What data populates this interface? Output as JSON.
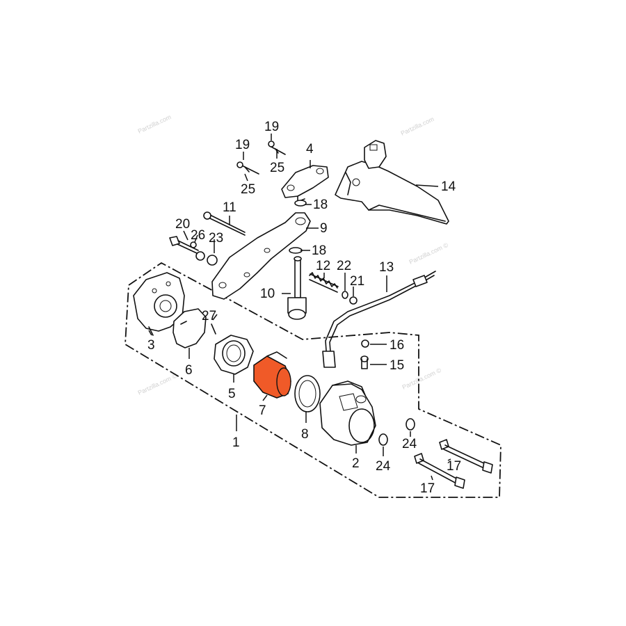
{
  "watermarks": [
    "Partzilla.com",
    "Partzilla.com ©",
    "Partzilla.com ©"
  ],
  "labels": {
    "p1": "1",
    "p2": "2",
    "p3": "3",
    "p4": "4",
    "p5": "5",
    "p6": "6",
    "p7": "7",
    "p8": "8",
    "p9": "9",
    "p10": "10",
    "p11": "11",
    "p12": "12",
    "p13": "13",
    "p14": "14",
    "p15": "15",
    "p16": "16",
    "p17a": "17",
    "p17b": "17",
    "p18a": "18",
    "p18b": "18",
    "p19a": "19",
    "p19b": "19",
    "p20": "20",
    "p21": "21",
    "p22": "22",
    "p23": "23",
    "p24a": "24",
    "p24b": "24",
    "p25a": "25",
    "p25b": "25",
    "p26": "26",
    "p27": "27"
  },
  "colors": {
    "highlight": "#f05a28",
    "line": "#111111"
  }
}
